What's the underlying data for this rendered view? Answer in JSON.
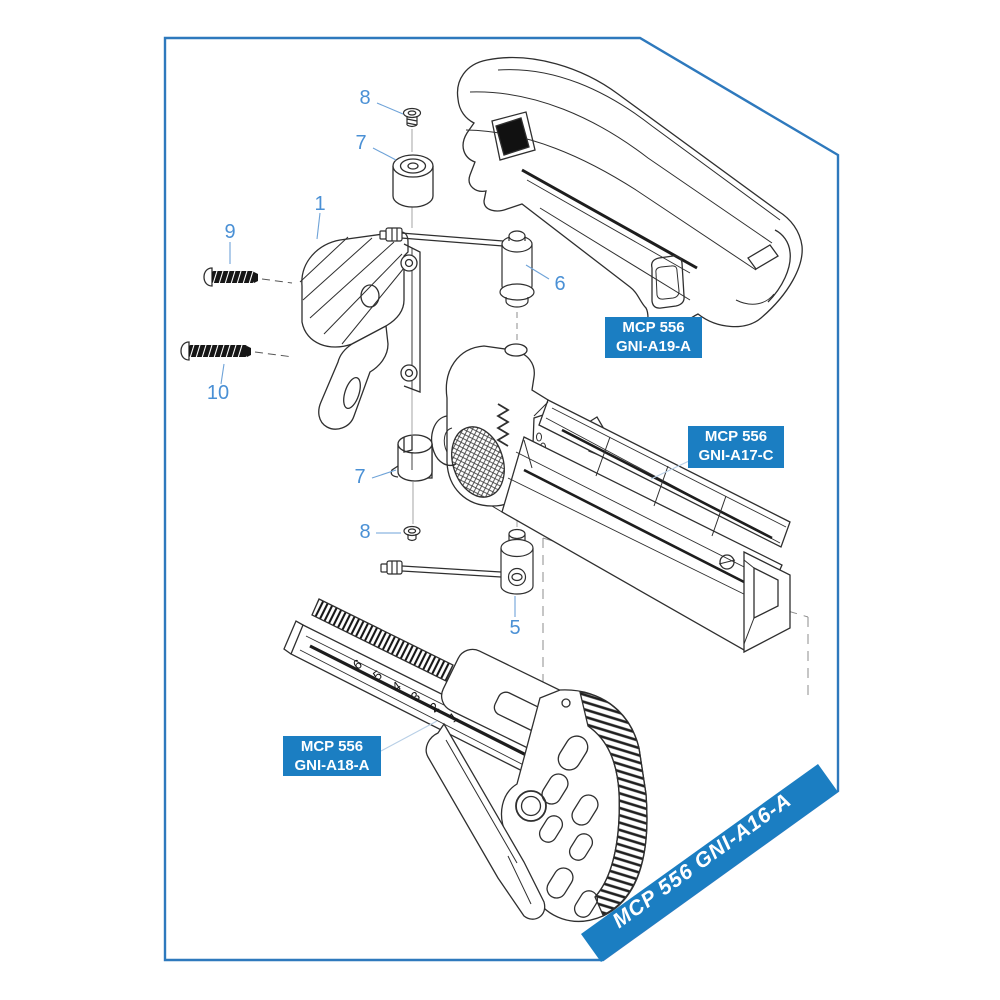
{
  "diagram": {
    "band_text": "MCP 556 GNI-A16-A",
    "part_labels": [
      {
        "line1": "MCP 556",
        "line2": "GNI-A19-A"
      },
      {
        "line1": "MCP 556",
        "line2": "GNI-A17-C"
      },
      {
        "line1": "MCP 556",
        "line2": "GNI-A18-A"
      }
    ],
    "callouts": [
      "8",
      "7",
      "1",
      "9",
      "10",
      "6",
      "7",
      "8",
      "5"
    ],
    "stock_position_numbers": [
      "6",
      "5",
      "4",
      "3",
      "2",
      "1"
    ],
    "colors": {
      "frame_border": "#2e79bd",
      "label_background": "#1b7ec2",
      "label_text": "#ffffff",
      "callout_text": "#4a90d5",
      "line_art": "#2f2f2f",
      "band_background": "#1b7ec2",
      "band_text": "#ffffff"
    }
  }
}
